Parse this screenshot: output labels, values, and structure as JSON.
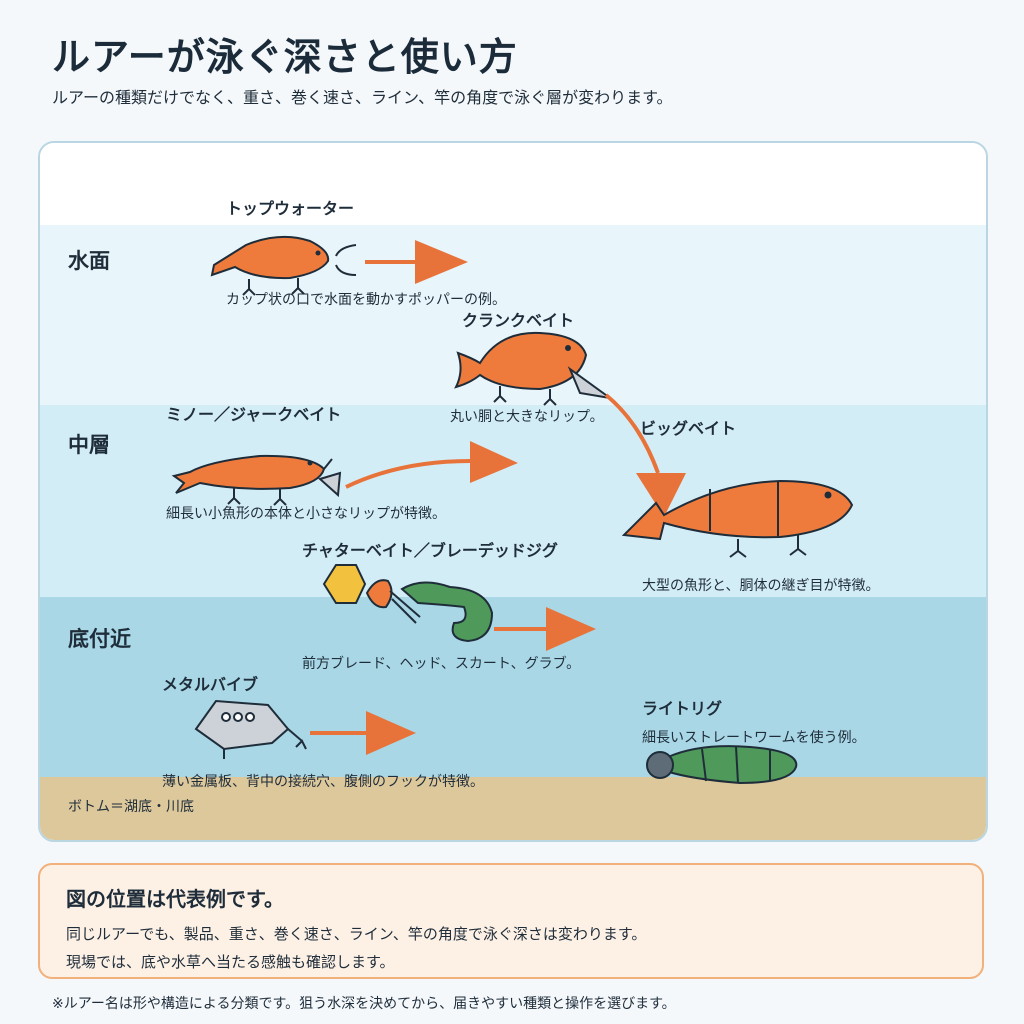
{
  "header": {
    "title": "ルアーが泳ぐ深さと使い方",
    "subtitle": "ルアーの種類だけでなく、重さ、巻く速さ、ライン、竿の角度で泳ぐ層が変わります。"
  },
  "depth_bands": {
    "surface": "水面",
    "middle": "中層",
    "near_bottom": "底付近",
    "bottom": "ボトム＝湖底・川底"
  },
  "lures": {
    "topwater": {
      "name": "トップウォーター",
      "desc": "カップ状の口で水面を動かすポッパーの例。"
    },
    "crankbait": {
      "name": "クランクベイト",
      "desc": "丸い胴と大きなリップ。"
    },
    "minnow": {
      "name": "ミノー／ジャークベイト",
      "desc": "細長い小魚形の本体と小さなリップが特徴。"
    },
    "bigbait": {
      "name": "ビッグベイト",
      "desc": "大型の魚形と、胴体の継ぎ目が特徴。"
    },
    "chatterbait": {
      "name": "チャターベイト／ブレーデッドジグ",
      "desc": "前方ブレード、ヘッド、スカート、グラブ。"
    },
    "metalvib": {
      "name": "メタルバイブ",
      "desc": "薄い金属板、背中の接続穴、腹側のフックが特徴。"
    },
    "lightrig": {
      "name": "ライトリグ",
      "desc": "細長いストレートワームを使う例。"
    }
  },
  "note": {
    "title": "図の位置は代表例です。",
    "line1": "同じルアーでも、製品、重さ、巻く速さ、ライン、竿の角度で泳ぐ深さは変わります。",
    "line2": "現場では、底や水草へ当たる感触も確認します。"
  },
  "footnote": "※ルアー名は形や構造による分類です。狙う水深を決めてから、届きやすい種類と操作を選びます。",
  "colors": {
    "surface_band": "#e8f5fa",
    "middle_band": "#d3edf6",
    "bottom_band": "#a9d7e6",
    "bed": "#ddc89c",
    "lure_orange": "#ee7b3c",
    "worm_green": "#4f9a5a",
    "blade_yellow": "#f2c23f",
    "metal_grey": "#ccd2d8",
    "outline": "#1f2d3a"
  }
}
